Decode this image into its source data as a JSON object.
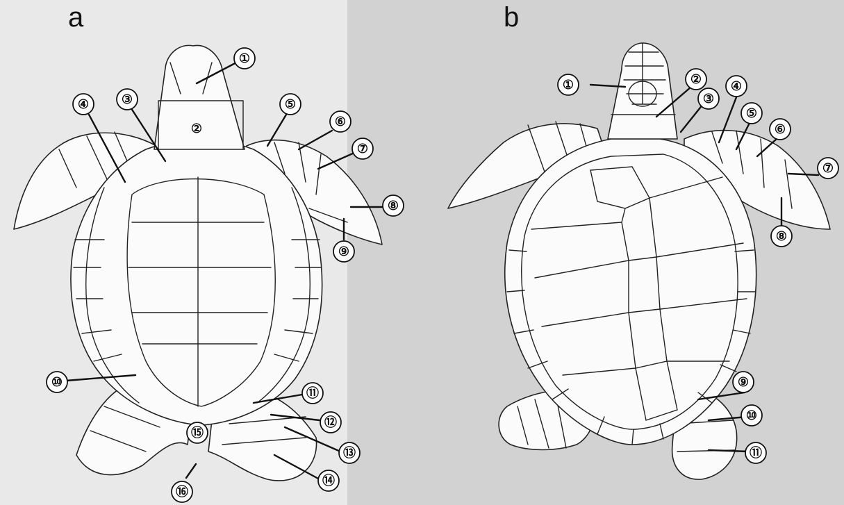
{
  "panels": [
    {
      "id": "a",
      "letter": "a",
      "view": "ventral",
      "markers": [
        "①",
        "②",
        "③",
        "④",
        "⑤",
        "⑥",
        "⑦",
        "⑧",
        "⑨",
        "⑩",
        "⑪",
        "⑫",
        "⑬",
        "⑭",
        "⑮",
        "⑯"
      ]
    },
    {
      "id": "b",
      "letter": "b",
      "view": "dorsal",
      "markers": [
        "①",
        "②",
        "③",
        "④",
        "⑤",
        "⑥",
        "⑦",
        "⑧",
        "⑨",
        "⑩",
        "⑪"
      ]
    }
  ],
  "colors": {
    "background": "#e4e4e4",
    "line": "#222222",
    "fill": "#fbfbfb"
  }
}
